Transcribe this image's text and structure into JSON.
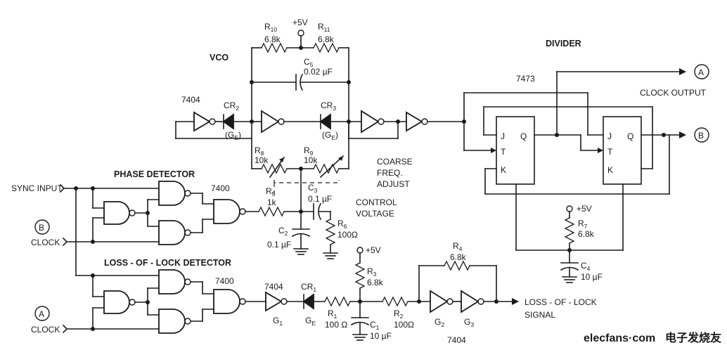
{
  "labels": {
    "vco": "VCO",
    "divider": "DIVIDER",
    "phase_detector": "PHASE DETECTOR",
    "loss_of_lock_detector": "LOSS - OF - LOCK DETECTOR",
    "sync_input": "SYNC INPUT",
    "clock_b": "CLOCK",
    "clock_a": "CLOCK",
    "clock_output": "CLOCK OUTPUT",
    "coarse_1": "COARSE",
    "coarse_2": "FREQ.",
    "coarse_3": "ADJUST",
    "control_1": "CONTROL",
    "control_2": "VOLTAGE",
    "lol_signal_1": "LOSS - OF - LOCK",
    "lol_signal_2": "SIGNAL"
  },
  "connectors": {
    "a": "A",
    "b": "B"
  },
  "ic_labels": {
    "vco_7404": "7404",
    "pd_7400": "7400",
    "lol_7400": "7400",
    "lol_7404": "7404",
    "lol_7404_bottom": "7404",
    "divider_7473": "7473"
  },
  "supply": {
    "vco": "+5V",
    "r3": "+5V",
    "r7": "+5V"
  },
  "components": {
    "r10": {
      "name": "R",
      "sub": "10",
      "value": "6.8k"
    },
    "r11": {
      "name": "R",
      "sub": "11",
      "value": "6.8k"
    },
    "c5": {
      "name": "C",
      "sub": "5",
      "value": "0.02 µF"
    },
    "cr2": {
      "name": "CR",
      "sub": "2",
      "note": "(G",
      "note_sub": "E",
      "note_end": ")"
    },
    "cr3": {
      "name": "CR",
      "sub": "3",
      "note": "(G",
      "note_sub": "E",
      "note_end": ")"
    },
    "r8": {
      "name": "R",
      "sub": "8",
      "value": "10k"
    },
    "r9": {
      "name": "R",
      "sub": "9",
      "value": "10k"
    },
    "r5": {
      "name": "R",
      "sub": "5",
      "value": "1k"
    },
    "c3": {
      "name": "C",
      "sub": "3",
      "value": "0.1 µF"
    },
    "c2": {
      "name": "C",
      "sub": "2",
      "value": "0.1 µF"
    },
    "r6": {
      "name": "R",
      "sub": "6",
      "value": "100Ω"
    },
    "r3": {
      "name": "R",
      "sub": "3",
      "value": "6.8k"
    },
    "r4": {
      "name": "R",
      "sub": "4",
      "value": "6.8k"
    },
    "r7": {
      "name": "R",
      "sub": "7",
      "value": "6.8k"
    },
    "c4": {
      "name": "C",
      "sub": "4",
      "value": "10 µF"
    },
    "cr1": {
      "name": "CR",
      "sub": "1",
      "note": "G",
      "note_sub": "E"
    },
    "r1": {
      "name": "R",
      "sub": "1",
      "value": "100 Ω"
    },
    "r2": {
      "name": "R",
      "sub": "2",
      "value": "100Ω"
    },
    "c1": {
      "name": "C",
      "sub": "1",
      "value": "10 µF"
    },
    "g1": {
      "name": "G",
      "sub": "1"
    },
    "g2": {
      "name": "G",
      "sub": "2"
    },
    "g3": {
      "name": "G",
      "sub": "3"
    }
  },
  "flipflop_pins": {
    "j": "J",
    "q": "Q",
    "t": "T",
    "k": "K"
  },
  "watermark": {
    "brand": "elecfans·com",
    "cn": "电子发烧友"
  }
}
